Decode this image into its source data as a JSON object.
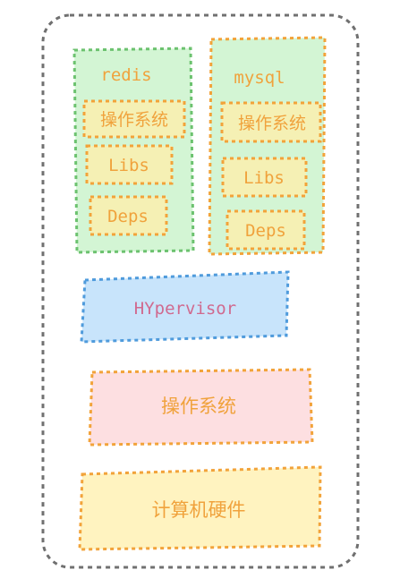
{
  "diagram": {
    "containers": [
      {
        "name": "redis",
        "layers": [
          "操作系统",
          "Libs",
          "Deps"
        ]
      },
      {
        "name": "mysql",
        "layers": [
          "操作系统",
          "Libs",
          "Deps"
        ]
      }
    ],
    "hypervisor": "HYpervisor",
    "host_os": "操作系统",
    "hardware": "计算机硬件"
  },
  "colors": {
    "outer_border": "#707070",
    "green_fill": "#d3f5d4",
    "green_border": "#6cc26f",
    "orange_border": "#f2a33a",
    "yellow_fill": "#f5f0b4",
    "blue_fill": "#c8e4fb",
    "blue_border": "#4f9bdc",
    "pink_fill": "#fddfe1",
    "pale_yellow_fill": "#fff3c0",
    "orange_text": "#f0a23c",
    "pink_text": "#d06a8f"
  }
}
